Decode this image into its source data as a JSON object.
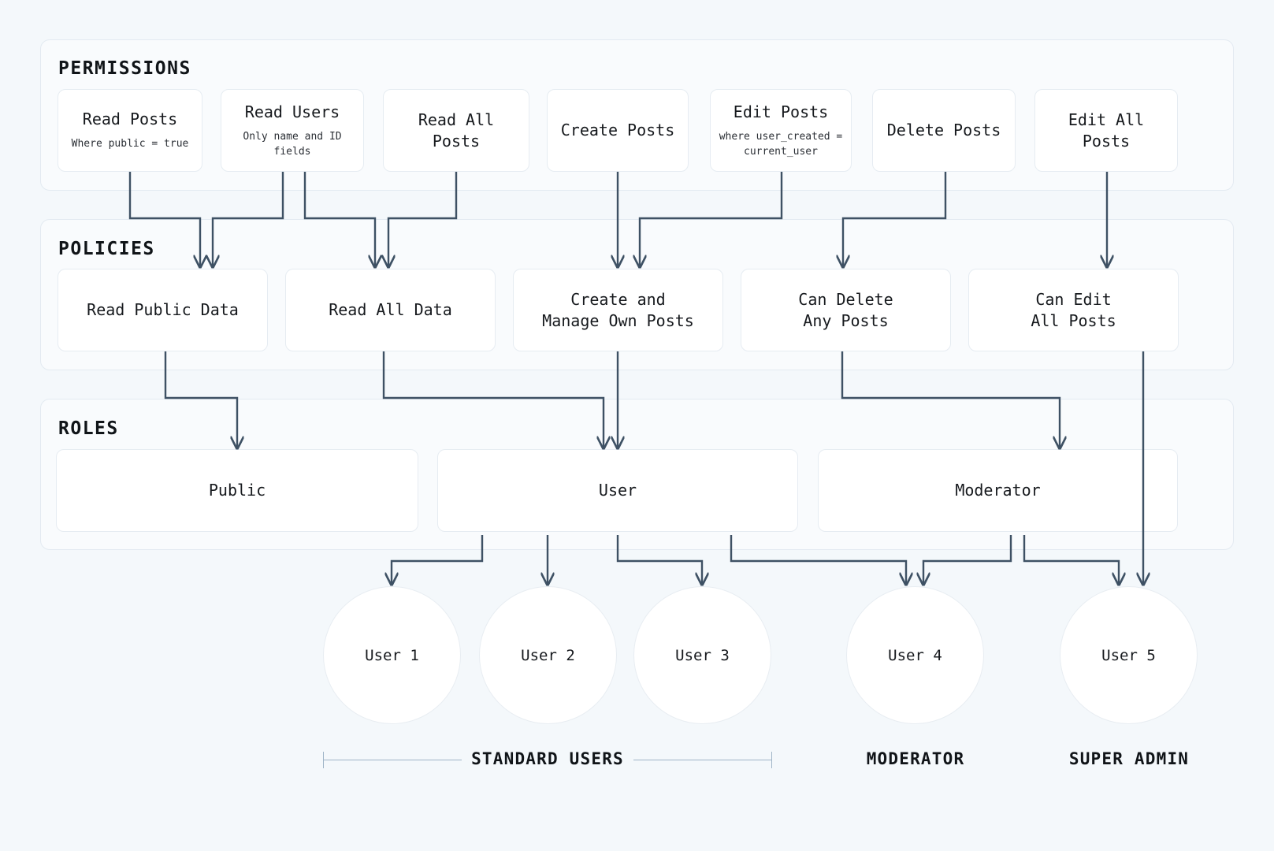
{
  "diagram": {
    "title": "Permissions, Policies, Roles and Users hierarchy",
    "accent_line_color": "#3e5164",
    "card_bg": "#f9fbfd",
    "page_bg": "#f4f8fb",
    "node_bg": "#ffffff",
    "node_border": "#e6ecf2"
  },
  "sections": [
    {
      "key": "permissions",
      "title": "PERMISSIONS"
    },
    {
      "key": "policies",
      "title": "POLICIES"
    },
    {
      "key": "roles",
      "title": "ROLES"
    }
  ],
  "permissions": [
    {
      "label": "Read Posts",
      "sub": "Where public = true"
    },
    {
      "label": "Read Users",
      "sub": "Only name and ID fields"
    },
    {
      "label": "Read All Posts",
      "sub": ""
    },
    {
      "label": "Create Posts",
      "sub": ""
    },
    {
      "label": "Edit Posts",
      "sub": "where user_created =\ncurrent_user"
    },
    {
      "label": "Delete Posts",
      "sub": ""
    },
    {
      "label": "Edit All Posts",
      "sub": ""
    }
  ],
  "policies": [
    {
      "label": "Read Public Data"
    },
    {
      "label": "Read All Data"
    },
    {
      "label": "Create and\nManage Own Posts"
    },
    {
      "label": "Can Delete\nAny Posts"
    },
    {
      "label": "Can Edit\nAll Posts"
    }
  ],
  "roles": [
    {
      "label": "Public"
    },
    {
      "label": "User"
    },
    {
      "label": "Moderator"
    }
  ],
  "users": [
    {
      "label": "User 1"
    },
    {
      "label": "User 2"
    },
    {
      "label": "User 3"
    },
    {
      "label": "User 4"
    },
    {
      "label": "User 5"
    }
  ],
  "group_labels": [
    {
      "label": "STANDARD USERS",
      "bracketed": true
    },
    {
      "label": "MODERATOR",
      "bracketed": false
    },
    {
      "label": "SUPER ADMIN",
      "bracketed": false
    }
  ],
  "chart_data": {
    "type": "diagram",
    "title": "Permissions / Policies / Roles / Users",
    "layers": [
      "PERMISSIONS",
      "POLICIES",
      "ROLES",
      "USERS"
    ],
    "edges": [
      {
        "from": "Read Posts",
        "to": "Read Public Data"
      },
      {
        "from": "Read Users",
        "to": "Read Public Data"
      },
      {
        "from": "Read Users",
        "to": "Read All Data"
      },
      {
        "from": "Read All Posts",
        "to": "Read All Data"
      },
      {
        "from": "Create Posts",
        "to": "Create and Manage Own Posts"
      },
      {
        "from": "Edit Posts",
        "to": "Create and Manage Own Posts"
      },
      {
        "from": "Delete Posts",
        "to": "Can Delete Any Posts"
      },
      {
        "from": "Edit All Posts",
        "to": "Can Edit All Posts"
      },
      {
        "from": "Read Public Data",
        "to": "Public"
      },
      {
        "from": "Read All Data",
        "to": "User"
      },
      {
        "from": "Create and Manage Own Posts",
        "to": "User"
      },
      {
        "from": "Can Delete Any Posts",
        "to": "Moderator"
      },
      {
        "from": "Can Edit All Posts",
        "to": "User 5"
      },
      {
        "from": "Public",
        "to": "User 1"
      },
      {
        "from": "Public",
        "to": "User 2"
      },
      {
        "from": "Public",
        "to": "User 3"
      },
      {
        "from": "User",
        "to": "User 3"
      },
      {
        "from": "User",
        "to": "User 4"
      },
      {
        "from": "Moderator",
        "to": "User 4"
      },
      {
        "from": "Moderator",
        "to": "User 5"
      }
    ]
  }
}
